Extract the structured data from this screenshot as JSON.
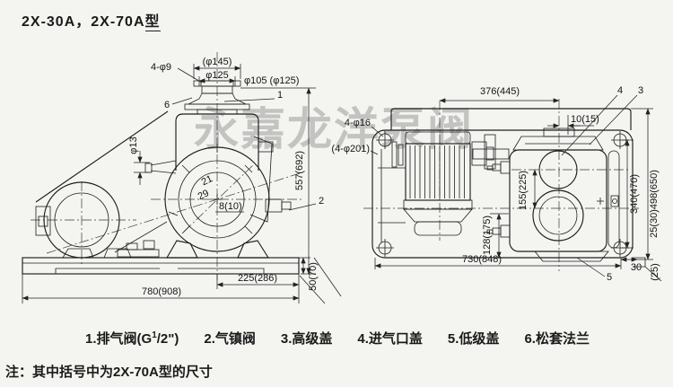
{
  "title": {
    "main": "2X-30A，2X-70A",
    "suffix": "型"
  },
  "watermark": "永嘉龙洋泵阀",
  "note": "注：其中括号中为2X-70A型的尺寸",
  "legend": {
    "item1_pre": "1.排气阀(G",
    "item1_sup": "1",
    "item1_post": "/2\")",
    "item2": "2.气镇阀",
    "item3": "3.高级盖",
    "item4": "4.进气口盖",
    "item5": "5.低级盖",
    "item6": "6.松套法兰"
  },
  "lv": {
    "four_phi9": "4-φ9",
    "phi145": "(φ145)",
    "phi125": "φ125",
    "phi105": "φ105 (φ125)",
    "phi13": "φ13",
    "h557": "557(692)",
    "angle_a": "21",
    "angle_b": "29",
    "off8": "8(10)",
    "base780": "780(908)",
    "base225": "225(286)",
    "h50": "50(70)",
    "c1": "1",
    "c2": "2",
    "c6": "6"
  },
  "rv": {
    "w376": "376(445)",
    "off10": "10(15)",
    "four_phi16": "4-φ16",
    "four_phi201": "(4-φ201)",
    "v155": "155(225)",
    "v128": "128(175)",
    "w730": "730(848)",
    "v340": "340(470)",
    "v498": "25(30)498(650)",
    "w30": "30",
    "p25": "(25)",
    "c3": "3",
    "c4": "4",
    "c5": "5"
  },
  "colors": {
    "line": "#1e1e1e",
    "paper": "#f4f4f1",
    "watermark": "#8f8f8f"
  }
}
